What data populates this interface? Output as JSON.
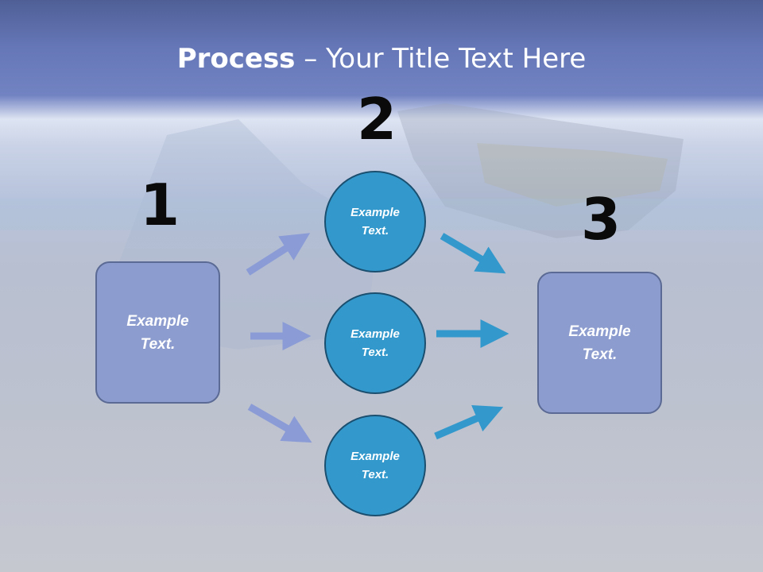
{
  "title": {
    "bold": "Process",
    "rest": " – Your Title Text Here"
  },
  "steps": [
    "1",
    "2",
    "3"
  ],
  "left_box": {
    "text": "Example\nText."
  },
  "right_box": {
    "text": "Example\nText."
  },
  "circles": [
    {
      "text": "Example\nText."
    },
    {
      "text": "Example\nText."
    },
    {
      "text": "Example\nText."
    }
  ],
  "colors": {
    "box_fill": "#8c9cce",
    "circle_fill": "#3399cc",
    "arrow_left": "#8a9bd6",
    "arrow_right": "#3399cc"
  }
}
